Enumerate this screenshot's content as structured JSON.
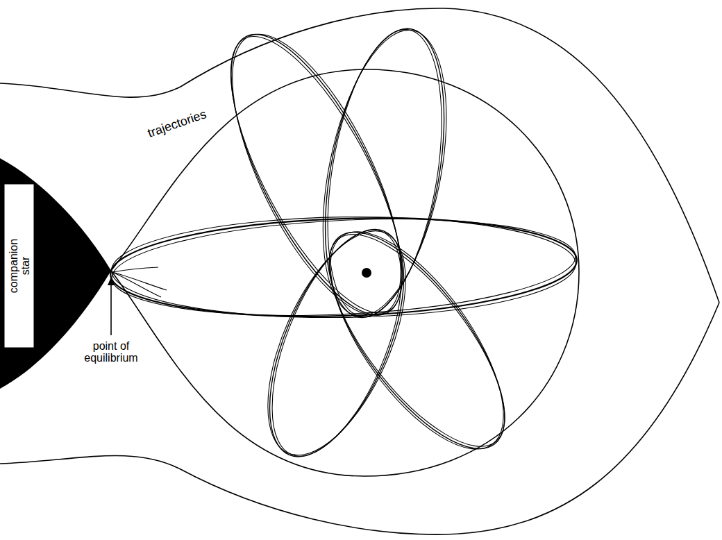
{
  "diagram": {
    "nodes": [
      {
        "text": [
          "companion star"
        ]
      }
    ],
    "labels": [
      "trajectories",
      "point of equilibrium"
    ]
  }
}
